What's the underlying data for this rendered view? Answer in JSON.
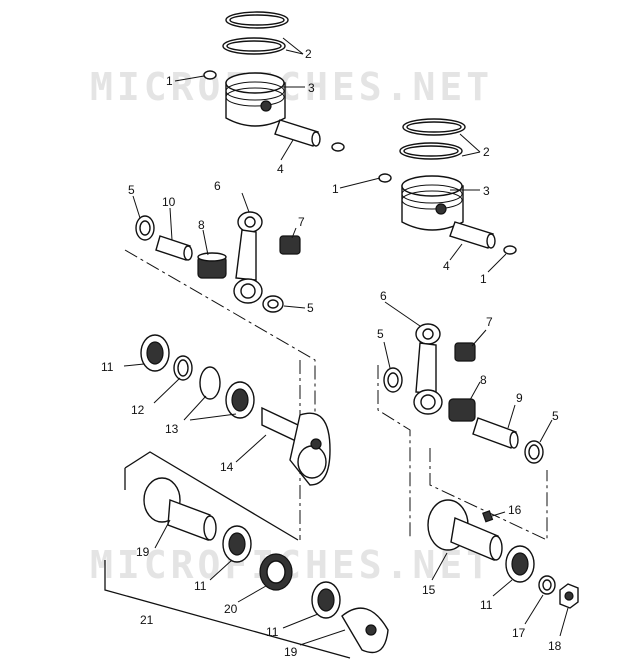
{
  "watermarks": [
    "MICROFICHES.NET",
    "MICROFICHES.NET"
  ],
  "callouts": [
    "1",
    "2",
    "3",
    "4",
    "5",
    "6",
    "7",
    "8",
    "9",
    "10",
    "11",
    "12",
    "13",
    "14",
    "15",
    "16",
    "17",
    "18",
    "19",
    "20",
    "21"
  ]
}
